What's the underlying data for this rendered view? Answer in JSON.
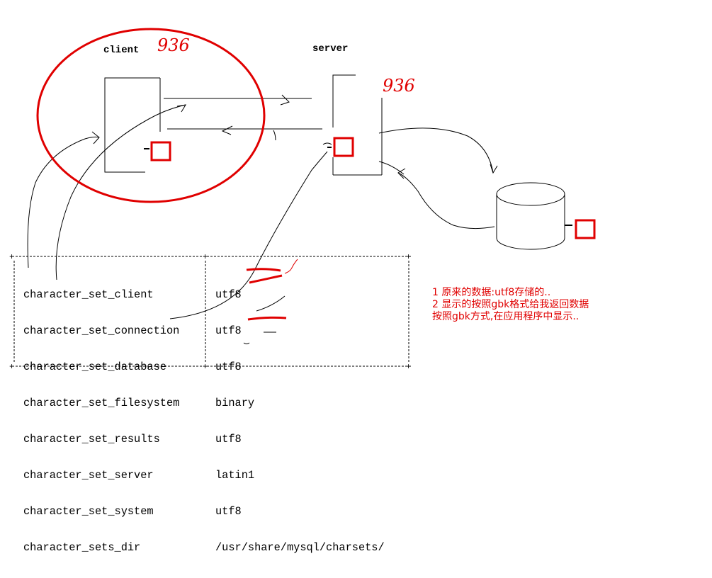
{
  "colors": {
    "ink": "#000000",
    "annotation": "#e00000"
  },
  "labels": {
    "client": "client",
    "server": "server",
    "client_handwritten": "936",
    "server_handwritten": "936"
  },
  "table": {
    "variables": [
      {
        "name": "character_set_client",
        "value": "utf8"
      },
      {
        "name": "character_set_connection",
        "value": "utf8"
      },
      {
        "name": "character_set_database",
        "value": "utf8"
      },
      {
        "name": "character_set_filesystem",
        "value": "binary"
      },
      {
        "name": "character_set_results",
        "value": "utf8"
      },
      {
        "name": "character_set_server",
        "value": "latin1"
      },
      {
        "name": "character_set_system",
        "value": "utf8"
      },
      {
        "name": "character_sets_dir",
        "value": "/usr/share/mysql/charsets/"
      }
    ]
  },
  "notes": [
    "1 原来的数据:utf8存储的..",
    "2 显示的按照gbk格式给我返回数据",
    "按照gbk方式,在应用程序中显示.."
  ]
}
